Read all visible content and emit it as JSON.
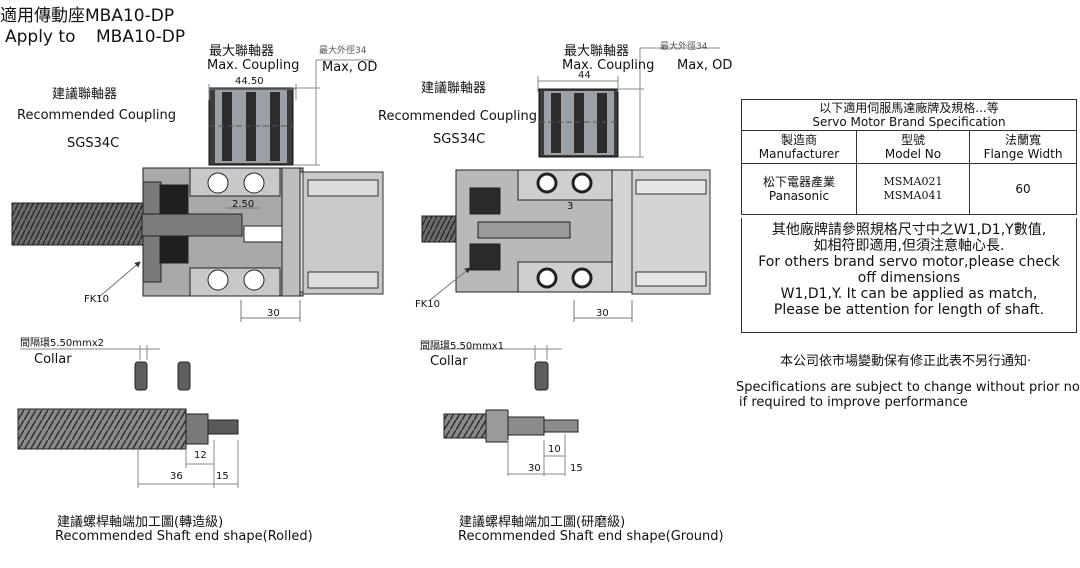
{
  "title": {
    "zh": "適用傳動座MBA10-DP",
    "en_prefix": "Apply to",
    "en_model": "MBA10-DP"
  },
  "left": {
    "max_coupling_zh": "最大聯軸器",
    "max_coupling_en": "Max. Coupling",
    "max_od_zh": "最大外徑34",
    "max_od_en": "Max, OD",
    "dim_width": "44.50",
    "rec_coupling_zh": "建議聯軸器",
    "rec_coupling_en": "Recommended Coupling",
    "coupling_model": "SGS34C",
    "dim_gap": "2.50",
    "dim_flange": "30",
    "bearing": "FK10",
    "collar_zh": "間隔環5.50mmx2",
    "collar_en": "Collar",
    "shaft_dims": [
      "12",
      "36",
      "15"
    ],
    "shaft_zh": "建議螺桿軸端加工圖(轉造級)",
    "shaft_en": "Recommended Shaft end shape(Rolled)"
  },
  "right": {
    "max_coupling_zh": "最大聯軸器",
    "max_coupling_en": "Max. Coupling",
    "max_od_zh": "最大外徑34",
    "max_od_en": "Max, OD",
    "dim_width": "44",
    "rec_coupling_zh": "建議聯軸器",
    "rec_coupling_en": "Recommended Coupling",
    "coupling_model": "SGS34C",
    "dim_gap": "3",
    "dim_flange": "30",
    "bearing": "FK10",
    "collar_zh": "間隔環5.50mmx1",
    "collar_en": "Collar",
    "shaft_dims": [
      "10",
      "30",
      "15"
    ],
    "shaft_zh": "建議螺桿軸端加工圖(研磨級)",
    "shaft_en": "Recommended Shaft end shape(Ground)"
  },
  "spec_table": {
    "title_zh": "以下適用伺服馬達廠牌及規格...等",
    "title_en": "Servo Motor Brand Specification",
    "headers": [
      {
        "zh": "製造商",
        "en": "Manufacturer"
      },
      {
        "zh": "型號",
        "en": "Model No"
      },
      {
        "zh": "法蘭寬",
        "en": "Flange Width"
      }
    ],
    "row": {
      "maker_zh": "松下電器產業",
      "maker_en": "Panasonic",
      "models": [
        "MSMA021",
        "MSMA041"
      ],
      "flange": "60"
    }
  },
  "note": {
    "zh_1": "其他廠牌請參照規格尺寸中之W1,D1,Y數值,",
    "zh_2": "如相符即適用,但須注意軸心長.",
    "en_1": "For others brand servo motor,please check",
    "en_2": "off dimensions",
    "en_3": "W1,D1,Y. It can be applied as match,",
    "en_4": "Please be attention for length of shaft."
  },
  "disclaimer": {
    "zh": "本公司依市場變動保有修正此表不另行通知·",
    "en_1": "Specifications are subject to change without prior notice",
    "en_2": "if required to improve performance"
  },
  "colors": {
    "part_fill": "#b9b9b9",
    "part_dark": "#3a3a3a",
    "line": "#222222",
    "dim": "#777777"
  }
}
